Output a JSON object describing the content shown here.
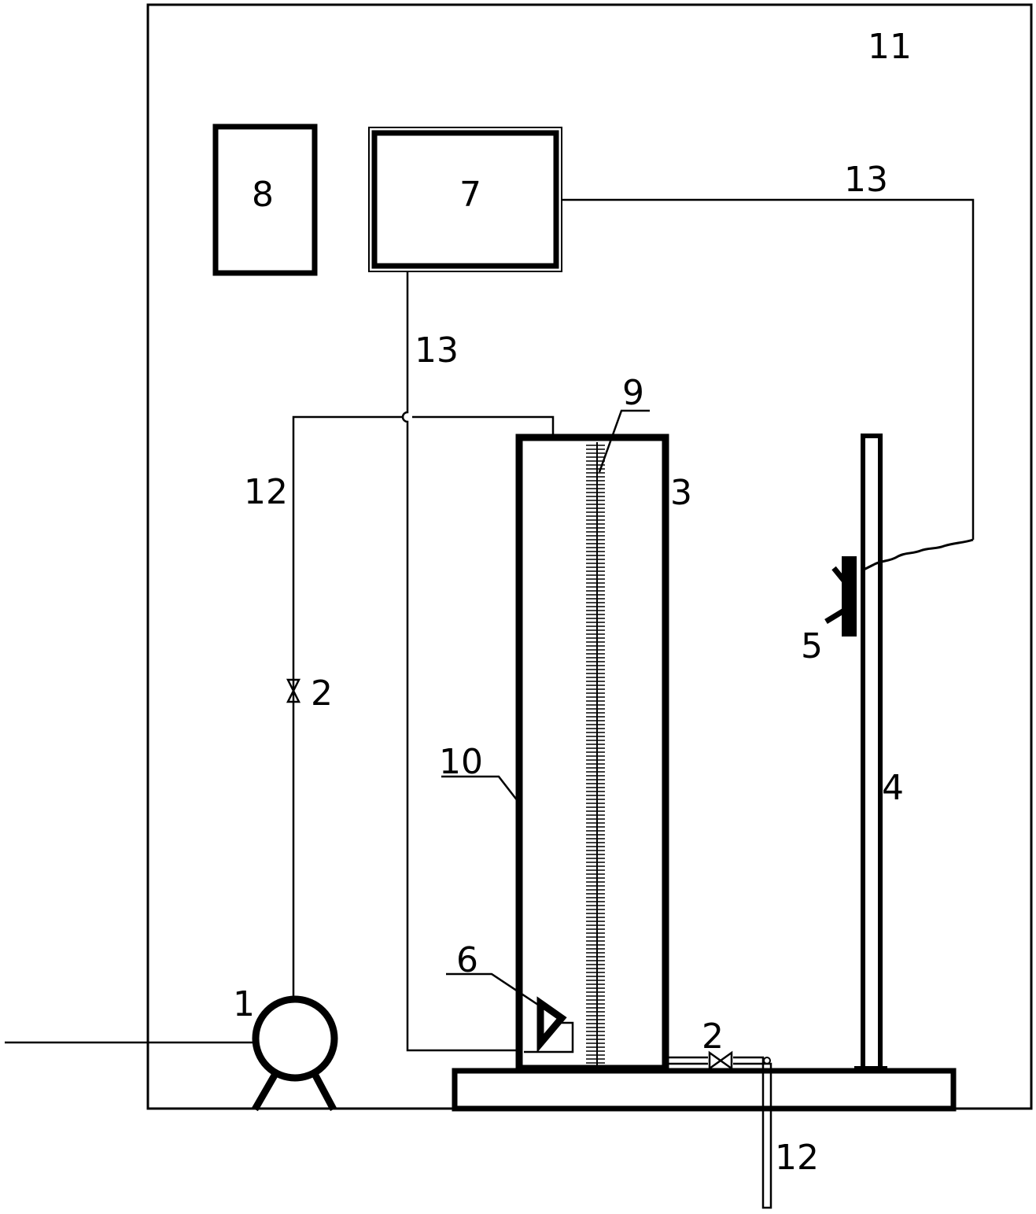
{
  "labels": {
    "enclosure": "11",
    "device_8": "8",
    "controller_7": "7",
    "signal_line_top": "13",
    "signal_line_left": "13",
    "pipe_left": "12",
    "pipe_bottom": "12",
    "valve_left": "2",
    "valve_bottom": "2",
    "column": "3",
    "scale": "9",
    "column_wall": "10",
    "sensor": "6",
    "probe": "5",
    "stand": "4",
    "pump": "1"
  },
  "colors": {
    "line": "#000000",
    "background": "#ffffff"
  }
}
